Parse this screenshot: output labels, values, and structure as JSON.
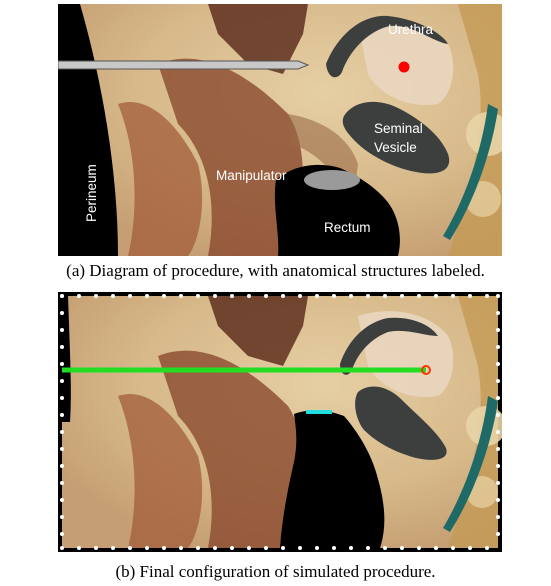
{
  "panel_a": {
    "labels": {
      "urethra": "Urethra",
      "seminal_vesicle_line1": "Seminal",
      "seminal_vesicle_line2": "Vesicle",
      "manipulator": "Manipulator",
      "rectum": "Rectum",
      "perineum": "Perineum"
    },
    "caption": "(a) Diagram of procedure, with anatomical structures labeled."
  },
  "panel_b": {
    "caption": "(b) Final configuration of simulated procedure."
  },
  "colors": {
    "needle_simulated": "#22dd22",
    "target_marker_a": "#ff0000",
    "target_marker_b": "#ff3300",
    "manipulator_simulated": "#22dddd",
    "boundary_dots": "#ffffff",
    "anatomy_outline": "#3d3f3f"
  }
}
